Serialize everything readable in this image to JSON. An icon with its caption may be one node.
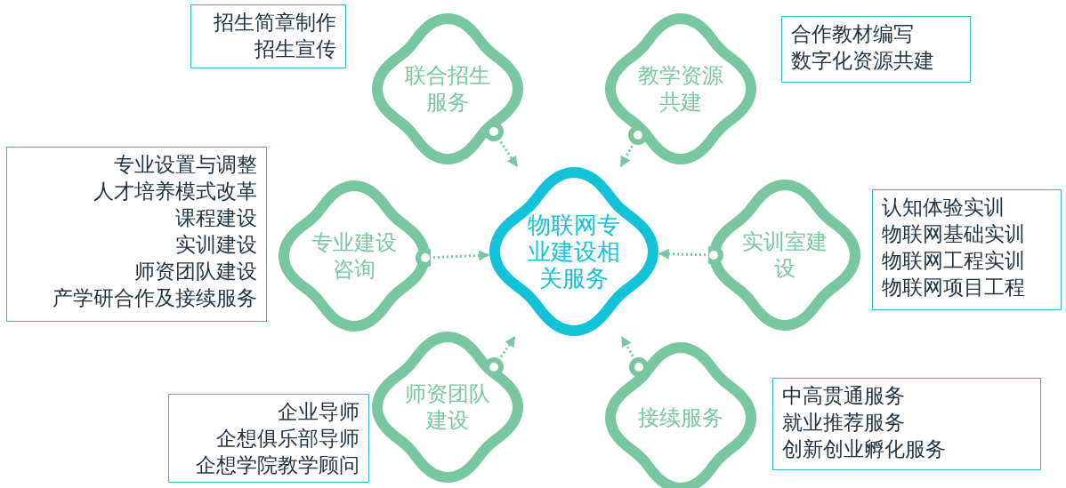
{
  "diagram": {
    "nodes": [
      {
        "text": [
          "招生简章制作",
          "招生宣传"
        ]
      },
      {
        "text": [
          "联合招生服务"
        ]
      },
      {
        "text": [
          "教学资源共建"
        ]
      },
      {
        "text": [
          "合作教材编写",
          "数字化资源共建"
        ]
      },
      {
        "text": [
          "专业设置与调整",
          "人才培养模式改革",
          "课程建设",
          "实训建设",
          "师资团队建设",
          "产学研合作及接续服务"
        ]
      },
      {
        "text": [
          "专业建设咨询"
        ]
      },
      {
        "text": [
          "物联网专业建设相关服务"
        ]
      },
      {
        "text": [
          "实训室建设"
        ]
      },
      {
        "text": [
          "认知体验实训",
          "物联网基础实训",
          "物联网工程实训",
          "物联网项目工程"
        ]
      },
      {
        "text": [
          "师资团队建设"
        ]
      },
      {
        "text": [
          "接续服务"
        ]
      },
      {
        "text": [
          "企业导师",
          "企想俱乐部导师",
          "企想学院教学顾问"
        ]
      },
      {
        "text": [
          "中高贯通服务",
          "就业推荐服务",
          "创新创业孵化服务"
        ]
      }
    ],
    "edges": [
      {
        "from": 1,
        "to": 6,
        "arrow": "to",
        "style": "dashed"
      },
      {
        "from": 2,
        "to": 6,
        "arrow": "to",
        "style": "dashed"
      },
      {
        "from": 5,
        "to": 6,
        "arrow": "to",
        "style": "dashed"
      },
      {
        "from": 7,
        "to": 6,
        "arrow": "to",
        "style": "dashed"
      },
      {
        "from": 9,
        "to": 6,
        "arrow": "to",
        "style": "dashed"
      },
      {
        "from": 10,
        "to": 6,
        "arrow": "to",
        "style": "dashed"
      }
    ]
  }
}
